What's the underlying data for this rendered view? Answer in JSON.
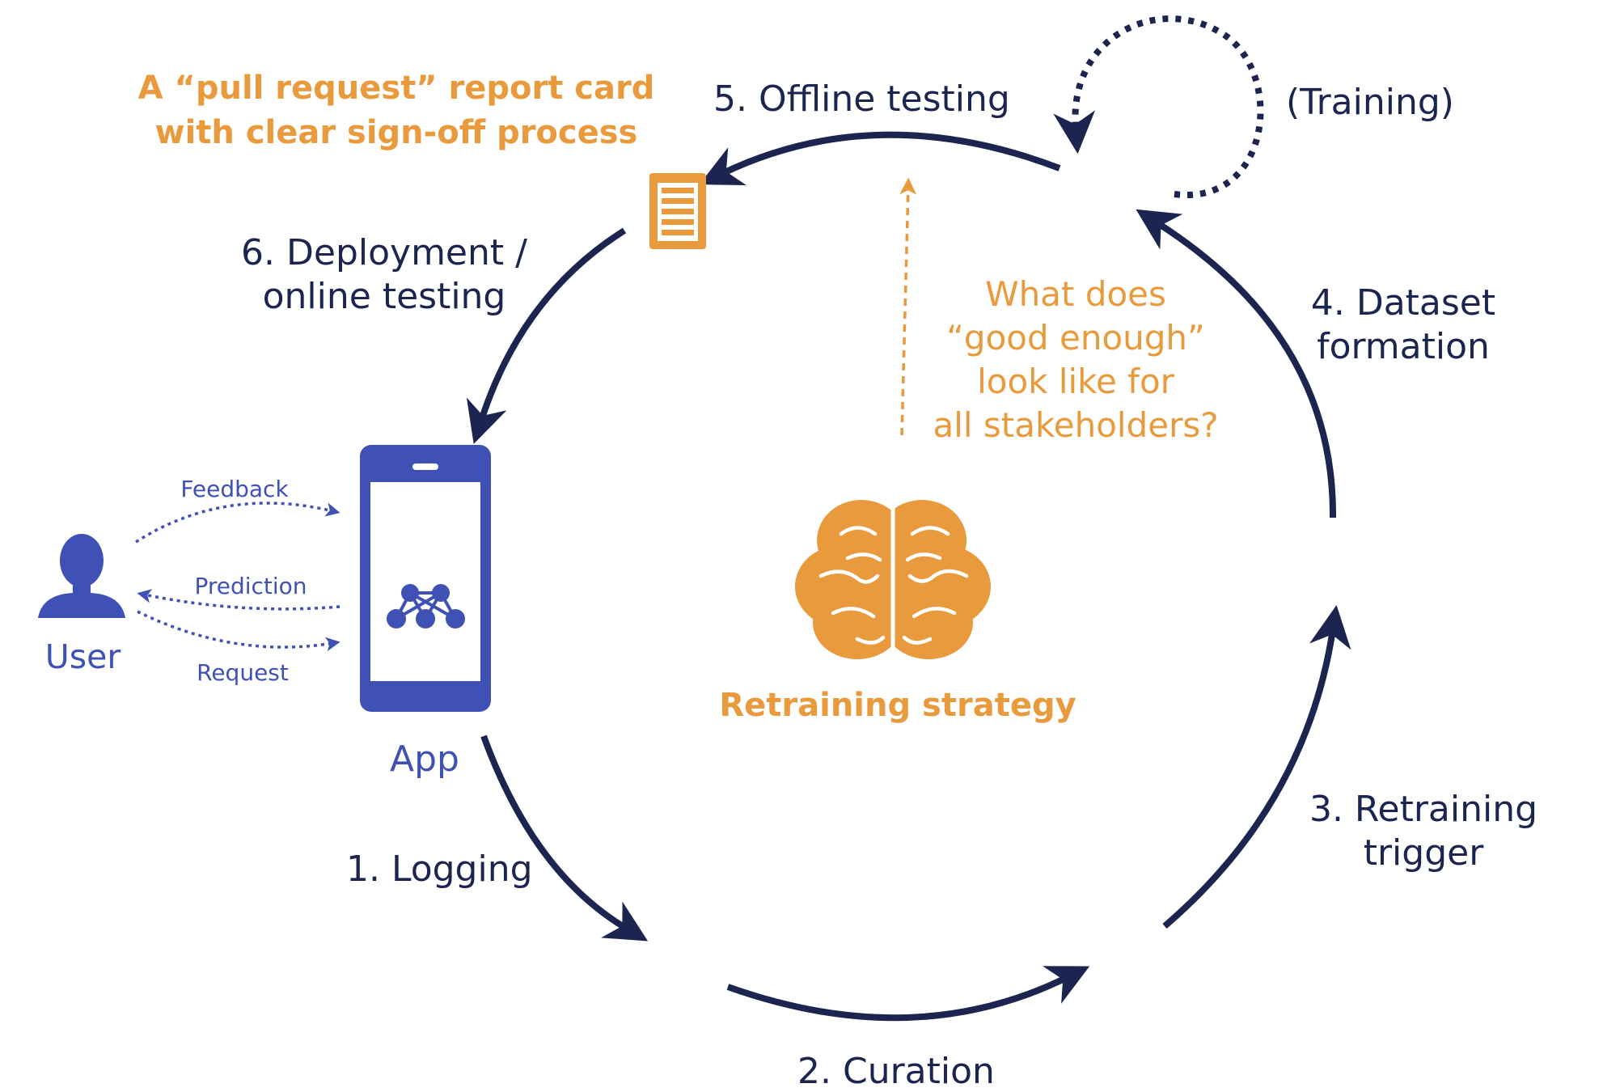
{
  "colors": {
    "dark": "#1c2450",
    "orange": "#e89a3c",
    "blue": "#3f51b5"
  },
  "icons": {
    "app": "smartphone-icon",
    "user": "user-icon",
    "brain": "brain-icon",
    "report": "report-card-icon",
    "network": "neural-network-icon"
  },
  "steps": {
    "logging": "1. Logging",
    "curation": "2. Curation",
    "retraining_trigger": [
      "3. Retraining",
      "trigger"
    ],
    "dataset_formation": [
      "4. Dataset",
      "formation"
    ],
    "offline_testing": "5. Offline testing",
    "deployment": [
      "6. Deployment /",
      "online testing"
    ]
  },
  "training_label": "(Training)",
  "report_card_note": [
    "A “pull request” report card",
    "with clear sign-off process"
  ],
  "question": [
    "What does",
    "“good enough”",
    "look like for",
    "all stakeholders?"
  ],
  "center_label": "Retraining strategy",
  "app_label": "App",
  "user_label": "User",
  "interactions": {
    "feedback": "Feedback",
    "prediction": "Prediction",
    "request": "Request"
  }
}
